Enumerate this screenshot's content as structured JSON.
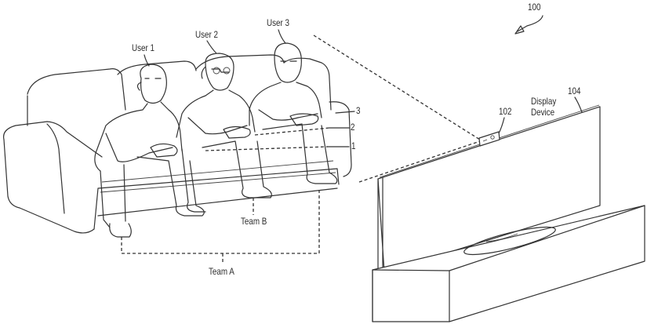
{
  "figure": {
    "reference_number": "100",
    "labels": {
      "user1": "User 1",
      "user2": "User 2",
      "user3": "User 3",
      "camera_ref": "102",
      "display_ref": "104",
      "display_line1": "Display",
      "display_line2": "Device",
      "controller_3": "3",
      "controller_2": "2",
      "controller_1": "1",
      "team_a": "Team A",
      "team_b": "Team B"
    },
    "components": [
      {
        "id": "sofa",
        "description": "three-seat couch"
      },
      {
        "id": "user1",
        "label": "User 1",
        "team": "Team A"
      },
      {
        "id": "user2",
        "label": "User 2",
        "team": "Team B"
      },
      {
        "id": "user3",
        "label": "User 3",
        "team": "Team A"
      },
      {
        "id": "camera",
        "ref": "102"
      },
      {
        "id": "display",
        "ref": "104",
        "label": "Display Device"
      },
      {
        "id": "tv-stand",
        "description": "media console"
      }
    ]
  }
}
